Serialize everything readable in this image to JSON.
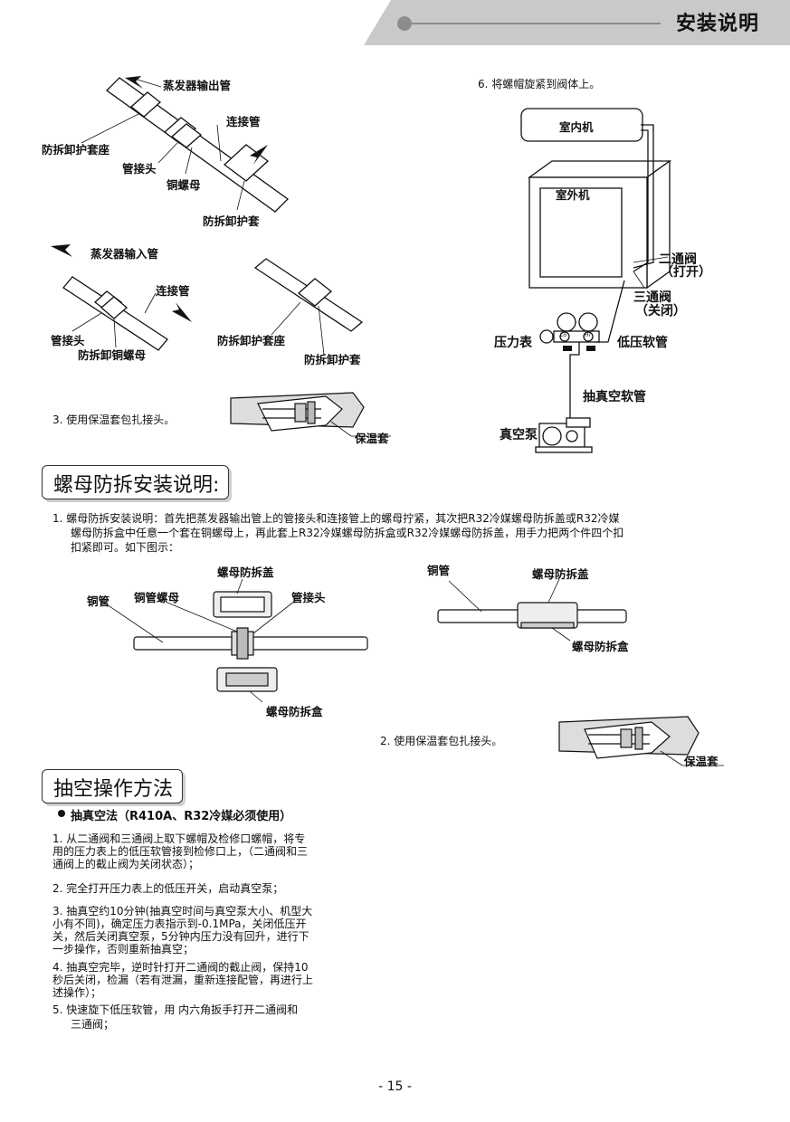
{
  "header": {
    "title": "安装说明"
  },
  "fig_top_left": {
    "label_outlet_pipe": "蒸发器输出管",
    "label_connect_pipe": "连接管",
    "label_protector_seat": "防拆卸护套座",
    "label_pipe_joint": "管接头",
    "label_copper_nut": "铜螺母",
    "label_protector_sleeve": "防拆卸护套"
  },
  "fig_mid_left": {
    "label_inlet_pipe": "蒸发器输入管",
    "label_connect_pipe": "连接管",
    "label_pipe_joint": "管接头",
    "label_copper_nut": "防拆卸铜螺母",
    "label_seat": "防拆卸护套座",
    "label_sleeve": "防拆卸护套"
  },
  "step3": {
    "text": "3.  使用保温套包扎接头。",
    "label_insulation": "保温套"
  },
  "step6": {
    "text": "6. 将螺帽旋紧到阀体上。",
    "label_indoor": "室内机",
    "label_outdoor": "室外机",
    "label_two_way": "二通阀",
    "label_two_way_state": "（打开）",
    "label_three_way": "三通阀",
    "label_three_way_state": "（关闭）",
    "label_gauge": "压力表",
    "label_low_hose": "低压软管",
    "label_vac_hose": "抽真空软管",
    "label_pump": "真空泵",
    "gauge_lo": "Lo",
    "gauge_hi": "Hi"
  },
  "section1": {
    "title": "螺母防拆安装说明:"
  },
  "para1": {
    "line1": "1.  螺母防拆安装说明：首先把蒸发器输出管上的管接头和连接管上的螺母拧紧，其次把R32冷媒螺母防拆盖或R32冷媒",
    "line2": "螺母防拆盒中任意一个套在铜螺母上，再此套上R32冷媒螺母防拆盒或R32冷媒螺母防拆盖，用手力把两个件四个扣",
    "line3": "扣紧即可。如下图示："
  },
  "fig_nut_left": {
    "label_cover": "螺母防拆盖",
    "label_copper_pipe": "铜管",
    "label_copper_nut": "铜管螺母",
    "label_joint": "管接头",
    "label_box": "螺母防拆盒"
  },
  "fig_nut_right": {
    "label_copper_pipe": "铜管",
    "label_cover": "螺母防拆盖",
    "label_box": "螺母防拆盒"
  },
  "step2": {
    "text": "2.  使用保温套包扎接头。",
    "label_insulation": "保温套"
  },
  "section2": {
    "title": "抽空操作方法"
  },
  "vacuum": {
    "bullet": "抽真空法（R410A、R32冷媒必须使用）",
    "s1_l1": "1.  从二通阀和三通阀上取下螺帽及检修口螺帽，将专",
    "s1_l2": "用的压力表上的低压软管接到检修口上，（二通阀和三",
    "s1_l3": "通阀上的截止阀为关闭状态）；",
    "s2": "2.  完全打开压力表上的低压开关，启动真空泵；",
    "s3_l1": "3.  抽真空约10分钟(抽真空时间与真空泵大小、机型大",
    "s3_l2": "小有不同)，确定压力表指示到-0.1MPa，关闭低压开",
    "s3_l3": "关，然后关闭真空泵，5分钟内压力没有回升，进行下",
    "s3_l4": "一步操作，否则重新抽真空；",
    "s4_l1": "4.  抽真空完毕，逆时针打开二通阀的截止阀，保持10",
    "s4_l2": "秒后关闭，检漏（若有泄漏，重新连接配管，再进行上",
    "s4_l3": "述操作）；",
    "s5_l1": "5.  快速旋下低压软管，用 内六角扳手打开二通阀和",
    "s5_l2": "三通阀；"
  },
  "footer": {
    "page_number": "- 15 -"
  }
}
